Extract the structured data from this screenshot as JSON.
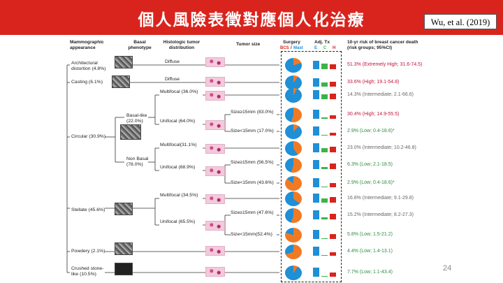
{
  "slide": {
    "title": "個人風險表徵對應個人化治療",
    "citation": "Wu, et al. (2019)",
    "page_number": "24"
  },
  "headers": {
    "mammographic": "Mammographic appearance",
    "basal": "Basal phenotype",
    "histologic": "Histologic tumor distribution",
    "tumor_size": "Tumor size",
    "surgery": "Surgery",
    "surgery_bcs": "BCS",
    "surgery_mast": "Mast",
    "adj_tx": "Adj. Tx",
    "adj_e": "E",
    "adj_c": "C",
    "adj_h": "H",
    "risk": "10-yr risk of breast cancer death (risk groups; 95%CI)"
  },
  "colors": {
    "banner": "#d9241d",
    "bcs": "#1f8fd6",
    "mast": "#f07a24",
    "bar_e": "#1f8fd6",
    "bar_c": "#3cb34a",
    "bar_h": "#d9241d",
    "risk_red": "#c0143c",
    "risk_gray": "#666666",
    "risk_green": "#2e8b3d"
  },
  "appearances": [
    {
      "label": "Architectural distortion (4.8%)"
    },
    {
      "label": "Casting (6.1%)"
    },
    {
      "label": "Circular (30.9%)"
    },
    {
      "label": "Stellate (45.6%)"
    },
    {
      "label": "Powdery (2.1%)"
    },
    {
      "label": "Crushed stone-like (10.5%)"
    }
  ],
  "basal": [
    {
      "label": "Basal-like (22.0%)"
    },
    {
      "label": "Non Basal (78.0%)"
    }
  ],
  "distribution": [
    {
      "label": "Diffuse"
    },
    {
      "label": "Diffuse"
    },
    {
      "label": "Multifocal (36.0%)"
    },
    {
      "label": "Unifocal (64.0%)"
    },
    {
      "label": "Multifocal(31.1%)"
    },
    {
      "label": "Unifocal (68.9%)"
    },
    {
      "label": "Multifocal (34.5%)"
    },
    {
      "label": "Unifocal (65.5%)"
    }
  ],
  "sizes": [
    {
      "label": "Size≥15mm (83.0%)"
    },
    {
      "label": "Size<15mm (17.0%)"
    },
    {
      "label": "Size≥15mm (56.5%)"
    },
    {
      "label": "Size<15mm (43.6%)"
    },
    {
      "label": "Size≥15mm (47.6%)"
    },
    {
      "label": "Size<15mm(52.4%)"
    }
  ],
  "outcomes": [
    {
      "risk": "51.3% (Extremely High; 31.6-74.5)",
      "level": "red",
      "mast_pct": 20,
      "e": 0.85,
      "c": 0.55,
      "h": 0.5
    },
    {
      "risk": "33.6% (High; 19.1-54.8)",
      "level": "red",
      "mast_pct": 10,
      "e": 0.85,
      "c": 0.45,
      "h": 0.5
    },
    {
      "risk": "14.3% (Intermediate; 2.1-66.6)",
      "level": "gray",
      "mast_pct": 8,
      "e": 0.9,
      "c": 0.5,
      "h": 0.55
    },
    {
      "risk": "30.4% (High; 14.9-55.5)",
      "level": "red",
      "mast_pct": 55,
      "e": 0.9,
      "c": 0.15,
      "h": 0.35
    },
    {
      "risk": "2.9% (Low; 0.4-18.6)*",
      "level": "green",
      "mast_pct": 12,
      "e": 0.9,
      "c": 0.1,
      "h": 0.3
    },
    {
      "risk": "23.0% (Intermediate; 10.2-46.8)",
      "level": "gray",
      "mast_pct": 40,
      "e": 0.9,
      "c": 0.4,
      "h": 0.6
    },
    {
      "risk": "6.3% (Low; 2.1-18.5)",
      "level": "green",
      "mast_pct": 55,
      "e": 0.9,
      "c": 0.2,
      "h": 0.55
    },
    {
      "risk": "2.9% (Low; 0.4-18.6)*",
      "level": "green",
      "mast_pct": 85,
      "e": 0.9,
      "c": 0.1,
      "h": 0.45
    },
    {
      "risk": "16.8% (Intermediate; 9.1-29.8)",
      "level": "gray",
      "mast_pct": 35,
      "e": 0.9,
      "c": 0.4,
      "h": 0.6
    },
    {
      "risk": "15.2% (Intermediate; 8.2-27.3)",
      "level": "gray",
      "mast_pct": 55,
      "e": 0.9,
      "c": 0.2,
      "h": 0.6
    },
    {
      "risk": "5.8% (Low; 1.5-21.2)",
      "level": "green",
      "mast_pct": 80,
      "e": 0.9,
      "c": 0.1,
      "h": 0.5
    },
    {
      "risk": "4.4% (Low; 1.4-13.1)",
      "level": "green",
      "mast_pct": 70,
      "e": 0.9,
      "c": 0.1,
      "h": 0.35
    },
    {
      "risk": "7.7% (Low; 1.1-43.4)",
      "level": "green",
      "mast_pct": 10,
      "e": 0.9,
      "c": 0.1,
      "h": 0.45
    }
  ]
}
